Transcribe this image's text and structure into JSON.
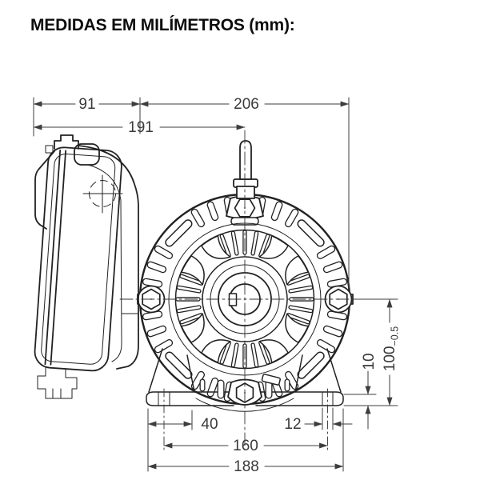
{
  "title": "MEDIDAS EM MILÍMETROS (mm):",
  "dimensions": {
    "box_width": "91",
    "frame_width": "206",
    "box_to_center": "191",
    "foot_edge_to_slot": "40",
    "slot_width": "12",
    "slot_spacing": "160",
    "feet_overall_width": "188",
    "foot_thickness": "10",
    "shaft_center_height": "100",
    "shaft_center_height_tolerance": "−0.5"
  }
}
